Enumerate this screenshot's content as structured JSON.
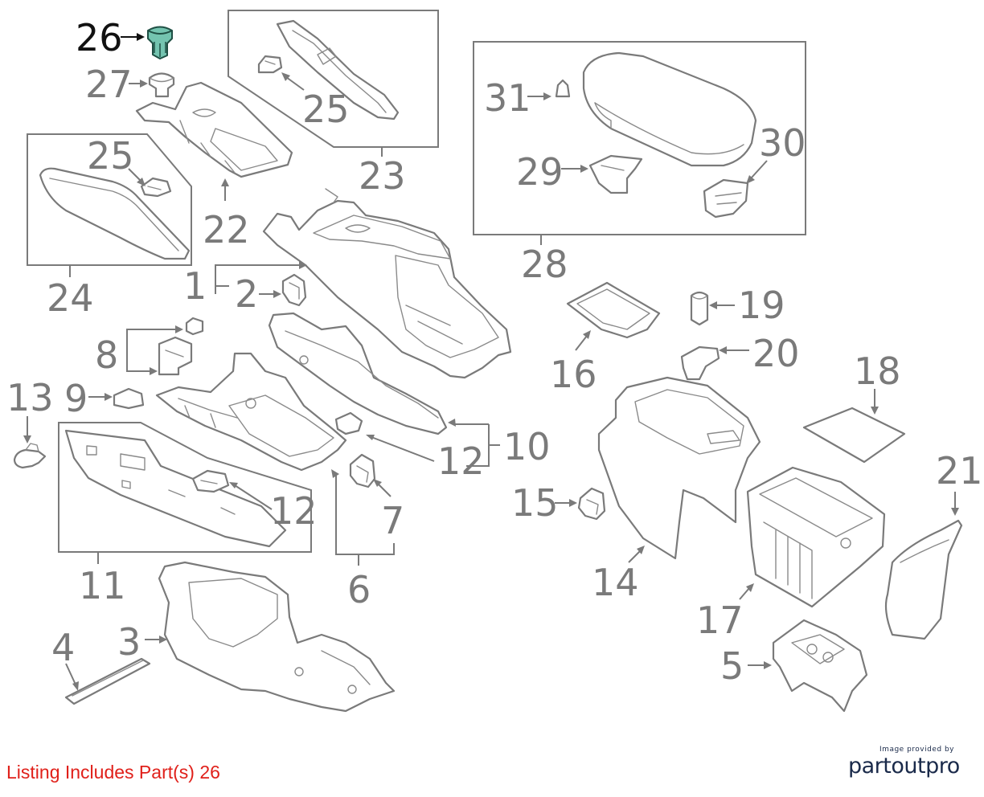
{
  "callouts": {
    "c1": "1",
    "c2": "2",
    "c3": "3",
    "c4": "4",
    "c5": "5",
    "c6": "6",
    "c7": "7",
    "c8": "8",
    "c9": "9",
    "c10": "10",
    "c11": "11",
    "c12a": "12",
    "c12b": "12",
    "c13": "13",
    "c14": "14",
    "c15": "15",
    "c16": "16",
    "c17": "17",
    "c18": "18",
    "c19": "19",
    "c20": "20",
    "c21": "21",
    "c22": "22",
    "c23": "23",
    "c24": "24",
    "c25a": "25",
    "c25b": "25",
    "c26": "26",
    "c27": "27",
    "c28": "28",
    "c29": "29",
    "c30": "30",
    "c31": "31"
  },
  "highlighted_part": "26",
  "colors": {
    "highlight_fill": "#74c4b0",
    "line": "#7a7a7a",
    "note_text": "#e0201a",
    "brand": "#1a2a4a"
  },
  "footer": {
    "listing_note": "Listing Includes Part(s) 26",
    "credit_small": "Image provided by",
    "credit_brand": "partoutpro"
  }
}
